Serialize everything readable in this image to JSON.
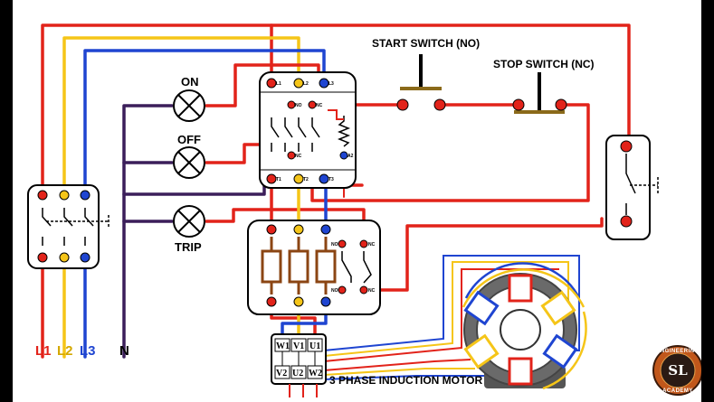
{
  "labels": {
    "start_switch": "START SWITCH (NO)",
    "stop_switch": "STOP SWITCH (NC)",
    "lamp_on": "ON",
    "lamp_off": "OFF",
    "lamp_trip": "TRIP",
    "line_l1": "L1",
    "line_l2": "L2",
    "line_l3": "L3",
    "neutral": "N",
    "motor": "3 PHASE INDUCTION MOTOR"
  },
  "contactor_terminals": {
    "top": [
      "L1",
      "L2",
      "L3"
    ],
    "bottom": [
      "T1",
      "T2",
      "T3"
    ],
    "aux_top": [
      "NO",
      "NC"
    ],
    "aux_bottom": [
      "NC",
      "A2"
    ]
  },
  "overload_terminals": {
    "aux_top": [
      "NO",
      "NC"
    ],
    "aux_bottom": [
      "NO",
      "NC"
    ]
  },
  "motor_terminals": {
    "top": [
      "W1",
      "V1",
      "U1"
    ],
    "bottom": [
      "V2",
      "U2",
      "W2"
    ]
  },
  "logo": {
    "monogram": "SL",
    "ring_top": "ENGINEERING",
    "ring_bottom": "ACADEMY"
  },
  "colors": {
    "l1": "#e2231a",
    "l2": "#f5c518",
    "l3": "#1f45d1",
    "neutral": "#3b1e5a",
    "motor_brown": "#8b4513"
  }
}
